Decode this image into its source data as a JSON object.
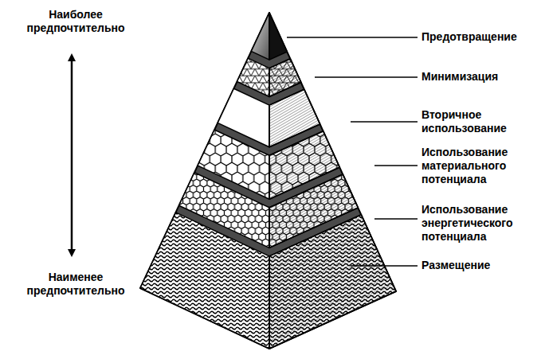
{
  "diagram": {
    "labels": [
      "Наиболее предпочтительно",
      "Предотвращение",
      "Минимизация",
      "Вторичное использование",
      "Использование материального потенциала",
      "Использование энергетического потенциала",
      "Наименее предпочтительно",
      "Размещение"
    ]
  }
}
